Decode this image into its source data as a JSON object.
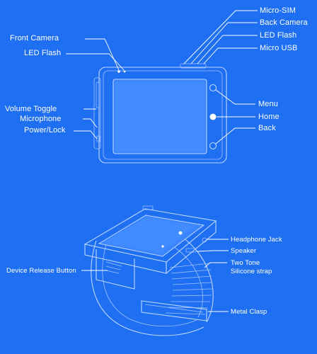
{
  "top_diagram": {
    "labels": {
      "front_camera": "Front Camera",
      "led_flash_left": "LED Flash",
      "volume_toggle": "Volume Toggle",
      "microphone": "Microphone",
      "power_lock": "Power/Lock",
      "micro_sim": "Micro-SIM",
      "back_camera": "Back Camera",
      "led_flash_right": "LED Flash",
      "micro_usb": "Micro USB",
      "menu": "Menu",
      "home": "Home",
      "back": "Back"
    }
  },
  "bottom_diagram": {
    "labels": {
      "headphone_jack": "Headphone Jack",
      "speaker": "Speaker",
      "strap_line1": "Two Tone",
      "strap_line2": "Silicone strap",
      "device_release_button": "Device Release Button",
      "metal_clasp": "Metal Clasp"
    }
  },
  "colors": {
    "background": "#1e6ff1",
    "line": "#ffffff",
    "device_outline": "#bcd6ff",
    "screen_fill": "#3b86ff"
  }
}
